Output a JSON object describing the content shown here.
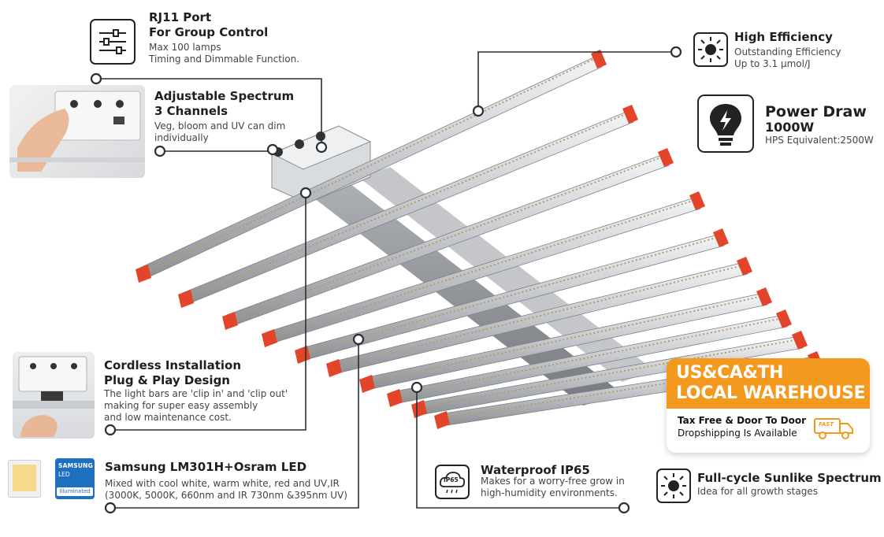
{
  "rj11": {
    "title_1": "RJ11 Port",
    "title_2": "For Group Control",
    "line_1": "Max 100 lamps",
    "line_2": "Timing and Dimmable Function."
  },
  "spectrum": {
    "title_1": "Adjustable Spectrum",
    "title_2": "3 Channels",
    "line_1": "Veg, bloom and UV can dim",
    "line_2": "individually"
  },
  "cordless": {
    "title_1": "Cordless Installation",
    "title_2": "Plug & Play Design",
    "line_1": "The light bars are 'clip in' and 'clip out'",
    "line_2": "making for super easy assembly",
    "line_3": "and low maintenance cost."
  },
  "samsung": {
    "title": "Samsung LM301H+Osram LED",
    "line_1": "Mixed with cool white, warm white, red and UV,IR",
    "line_2": "(3000K, 5000K, 660nm and IR 730nm &395nm UV)",
    "badge_1": "SAMSUNG",
    "badge_2": "LED",
    "badge_3": "Illuminated"
  },
  "efficiency": {
    "title": "High Efficiency",
    "line_1": "Outstanding Efficiency",
    "line_2": "Up to 3.1 μmol/J"
  },
  "power": {
    "title": "Power Draw",
    "value": "1000W",
    "equivalent": "HPS Equivalent:2500W"
  },
  "warehouse": {
    "title_1": "US&CA&TH",
    "title_2": "LOCAL WAREHOUSE",
    "line_1": "Tax Free & Door To Door",
    "line_2": "Dropshipping Is Available",
    "truck_label": "FAST"
  },
  "waterproof": {
    "title": "Waterproof IP65",
    "line_1": "Makes for a worry-free grow in",
    "line_2": "high-humidity environments.",
    "icon_label": "IP65"
  },
  "sunlike": {
    "title": "Full-cycle Sunlike Spectrum",
    "line_1": "Idea for all growth stages"
  },
  "colors": {
    "accent_orange": "#f39a1e",
    "bar_red": "#e2452a",
    "line_dark": "#2b2f36"
  }
}
